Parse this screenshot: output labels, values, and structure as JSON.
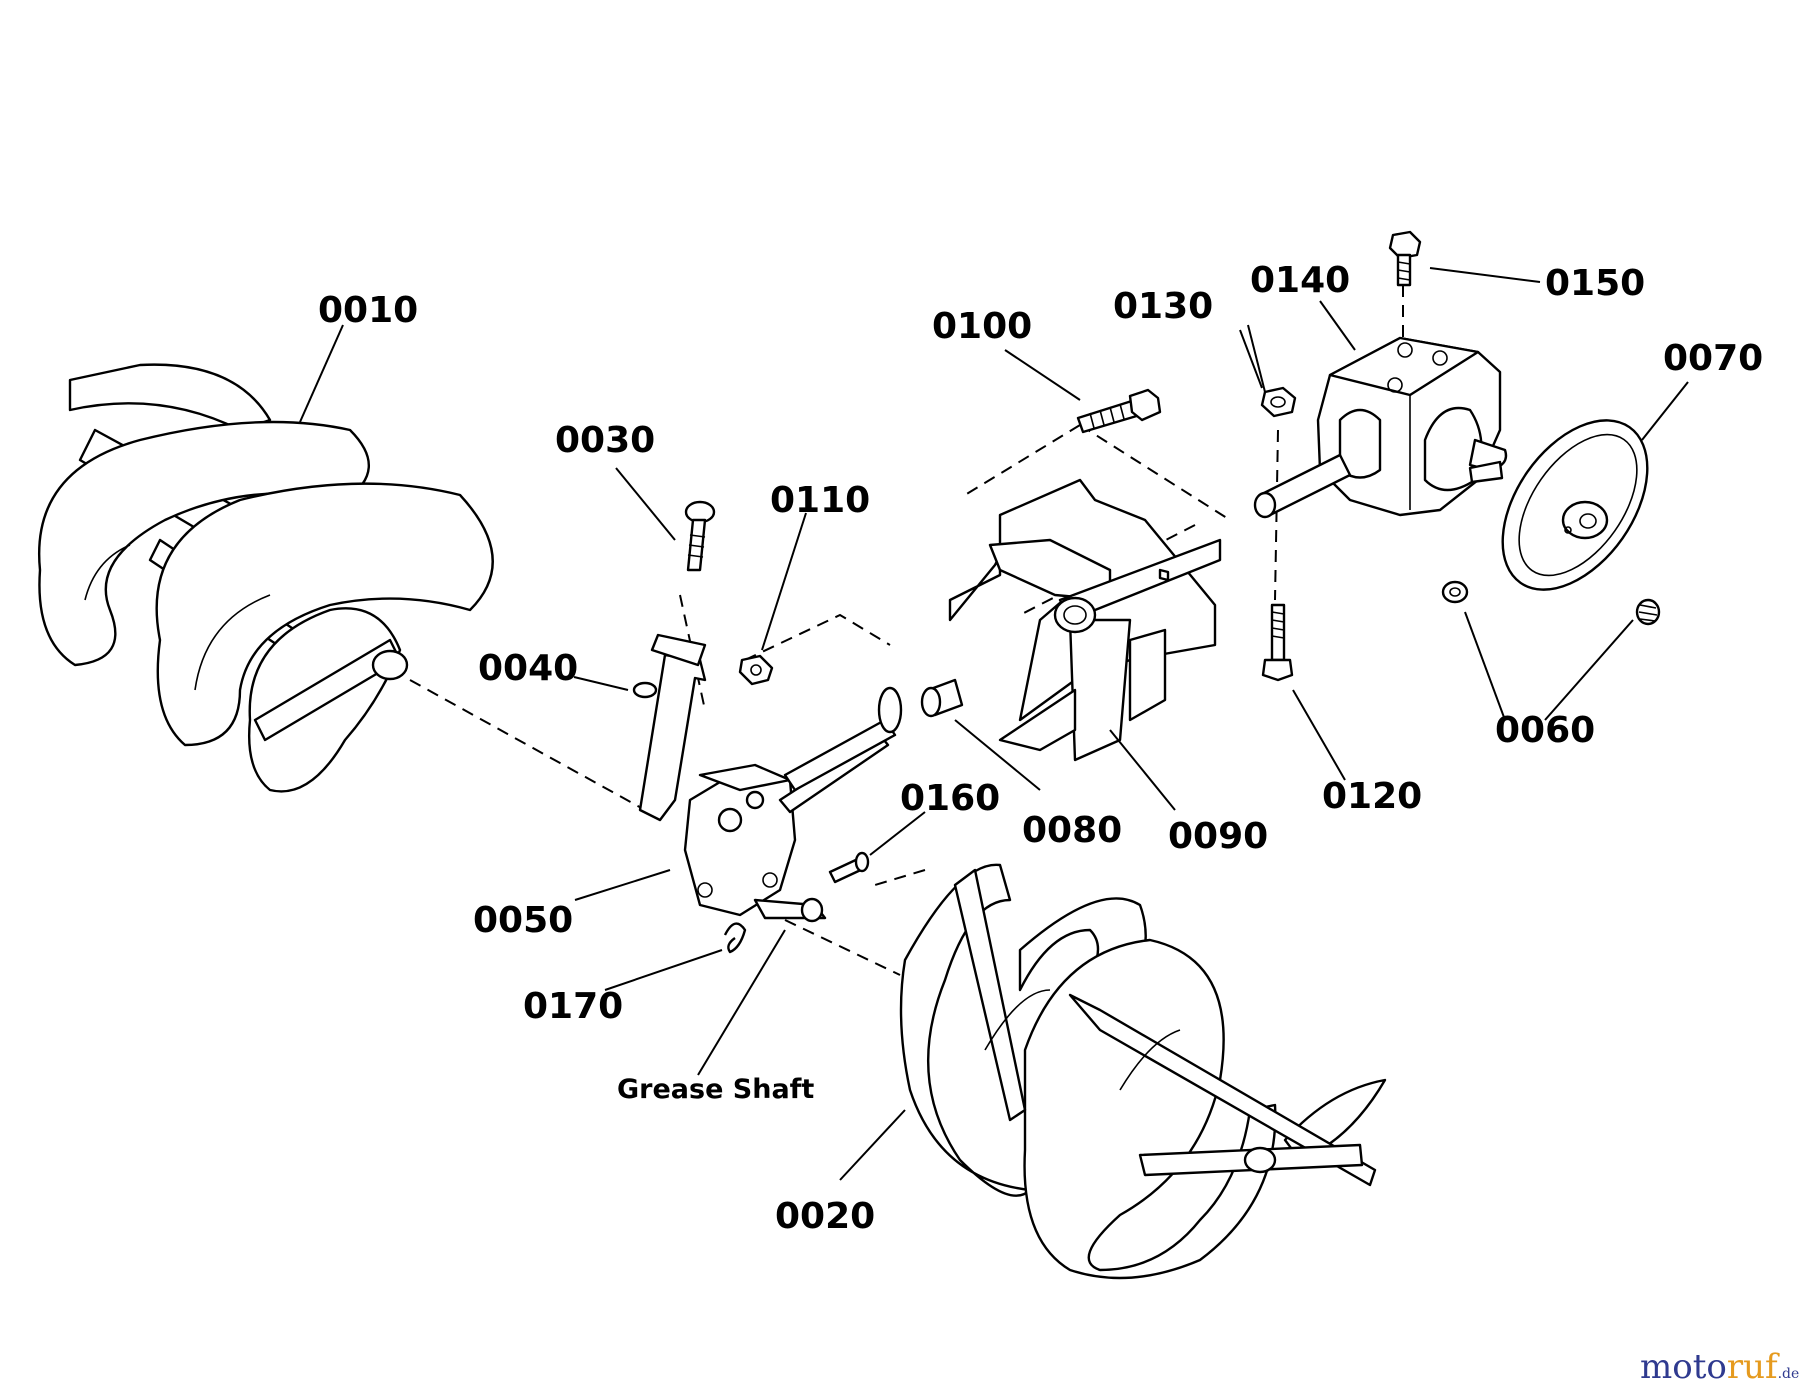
{
  "diagram": {
    "labels": {
      "p0010": "0010",
      "p0020": "0020",
      "p0030": "0030",
      "p0040": "0040",
      "p0050": "0050",
      "p0060": "0060",
      "p0070": "0070",
      "p0080": "0080",
      "p0090": "0090",
      "p0100": "0100",
      "p0110": "0110",
      "p0120": "0120",
      "p0130": "0130",
      "p0140": "0140",
      "p0150": "0150",
      "p0160": "0160",
      "p0170": "0170"
    },
    "note": "Grease Shaft"
  },
  "watermark": {
    "part1": "moto",
    "part2": "ruf",
    "suffix": ".de"
  }
}
